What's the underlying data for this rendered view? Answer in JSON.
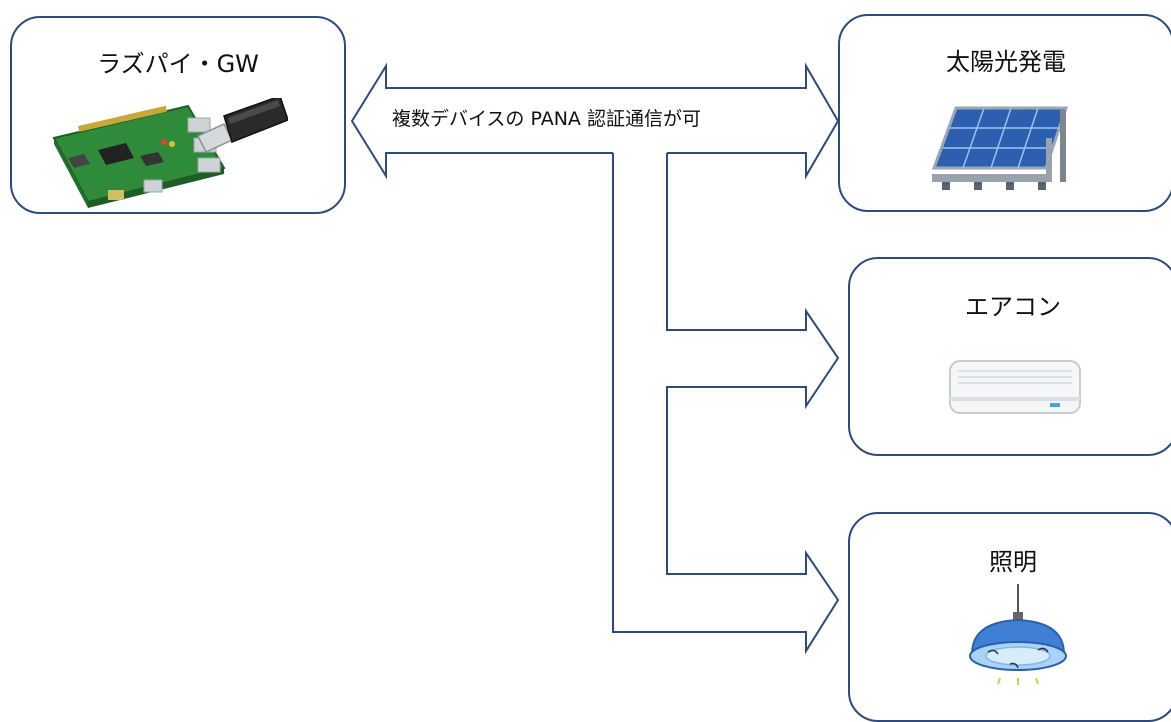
{
  "nodes": {
    "gateway": {
      "label": "ラズパイ・GW",
      "icon": "raspberry-pi-usb-dongle-icon"
    },
    "solar": {
      "label": "太陽光発電",
      "icon": "solar-panel-icon"
    },
    "aircon": {
      "label": "エアコン",
      "icon": "air-conditioner-icon"
    },
    "lighting": {
      "label": "照明",
      "icon": "ceiling-lamp-icon"
    }
  },
  "connector": {
    "label": "複数デバイスの PANA 認証通信が可"
  },
  "colors": {
    "border": "#2f4b7c",
    "arrow": "#2f4b7c"
  }
}
